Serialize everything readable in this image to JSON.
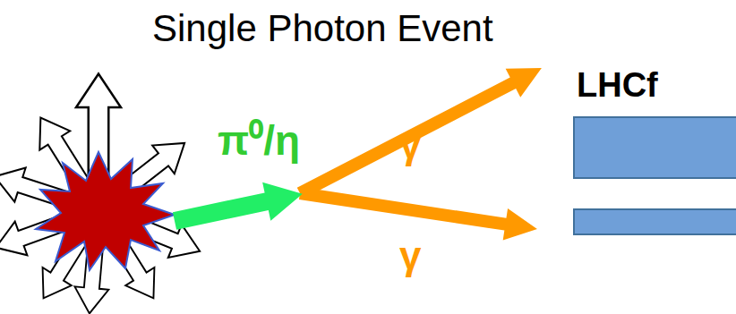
{
  "diagram": {
    "title": "Single Photon Event",
    "nodes": [
      {
        "text": [
          "LHCf"
        ]
      }
    ],
    "labels": [
      "π⁰/η",
      "γ",
      "γ"
    ]
  }
}
